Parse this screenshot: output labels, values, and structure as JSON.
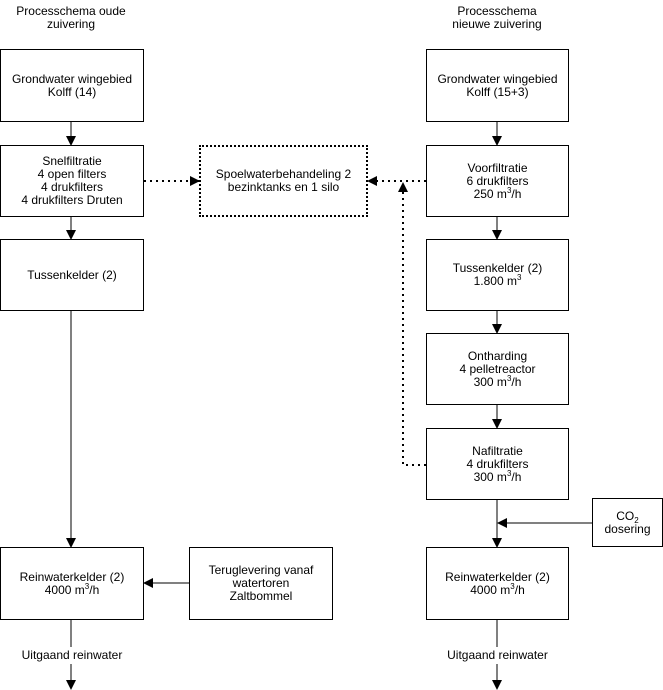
{
  "headings": {
    "old": [
      "Processchema oude",
      "zuivering"
    ],
    "new": [
      "Processchema",
      "nieuwe zuivering"
    ]
  },
  "old_process": {
    "source": [
      "Grondwater wingebied",
      "Kolff (14)"
    ],
    "rapid_filtration": [
      "Snelfiltratie",
      "4 open filters",
      "4 drukfilters",
      "4 drukfilters Druten"
    ],
    "intermediate_cellar": [
      "Tussenkelder (2)"
    ],
    "clear_water_cellar": [
      "Reinwaterkelder (2)",
      "4000 m",
      "3",
      "/h"
    ],
    "outgoing": "Uitgaand reinwater"
  },
  "backwash": [
    "Spoelwaterbehandeling 2",
    "bezinktanks en 1 silo"
  ],
  "return_supply": [
    "Teruglevering vanaf",
    "watertoren",
    "Zaltbommel"
  ],
  "new_process": {
    "source": [
      "Grondwater wingebied",
      "Kolff (15+3)"
    ],
    "prefiltration": [
      "Voorfiltratie",
      "6 drukfilters",
      "250 m",
      "3",
      "/h"
    ],
    "intermediate_cellar": [
      "Tussenkelder (2)",
      "1.800 m",
      "3"
    ],
    "softening": [
      "Ontharding",
      "4 pelletreactor",
      "300 m",
      "3",
      "/h"
    ],
    "postfiltration": [
      "Nafiltratie",
      "4 drukfilters",
      "300 m",
      "3",
      "/h"
    ],
    "co2_dosing": [
      "CO",
      "2",
      "dosering"
    ],
    "clear_water_cellar": [
      "Reinwaterkelder (2)",
      "4000 m",
      "3",
      "/h"
    ],
    "outgoing": "Uitgaand reinwater"
  }
}
